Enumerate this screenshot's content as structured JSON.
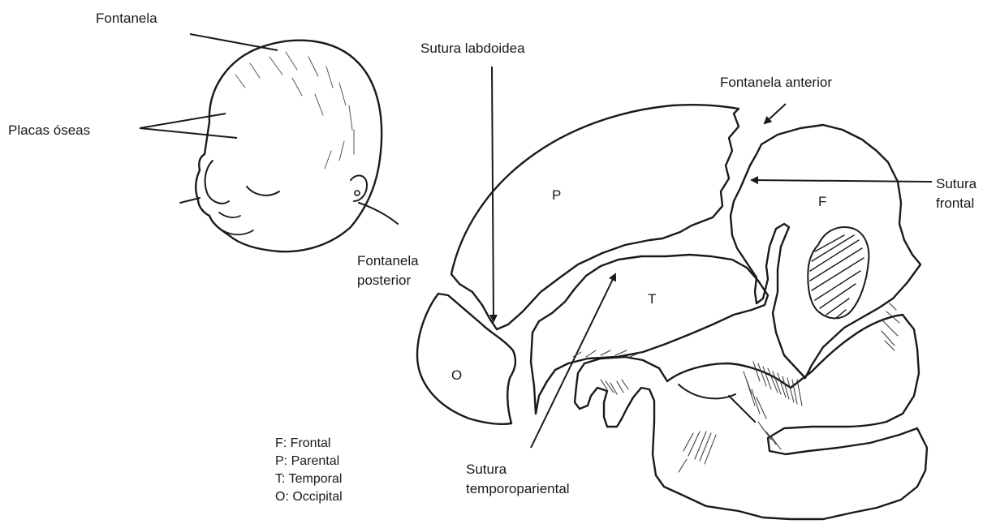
{
  "labels": {
    "fontanela": "Fontanela",
    "placas_oseas": "Placas óseas",
    "sutura_labdoidea": "Sutura labdoidea",
    "fontanela_anterior": "Fontanela anterior",
    "sutura_frontal_1": "Sutura",
    "sutura_frontal_2": "frontal",
    "fontanela_posterior_1": "Fontanela",
    "fontanela_posterior_2": "posterior",
    "sutura_temporopariental_1": "Sutura",
    "sutura_temporopariental_2": "temporopariental"
  },
  "bones": {
    "parietal": "P",
    "frontal": "F",
    "temporal": "T",
    "occipital": "O"
  },
  "legend": [
    "F: Frontal",
    "P: Parental",
    "T: Temporal",
    "O: Occipital"
  ]
}
